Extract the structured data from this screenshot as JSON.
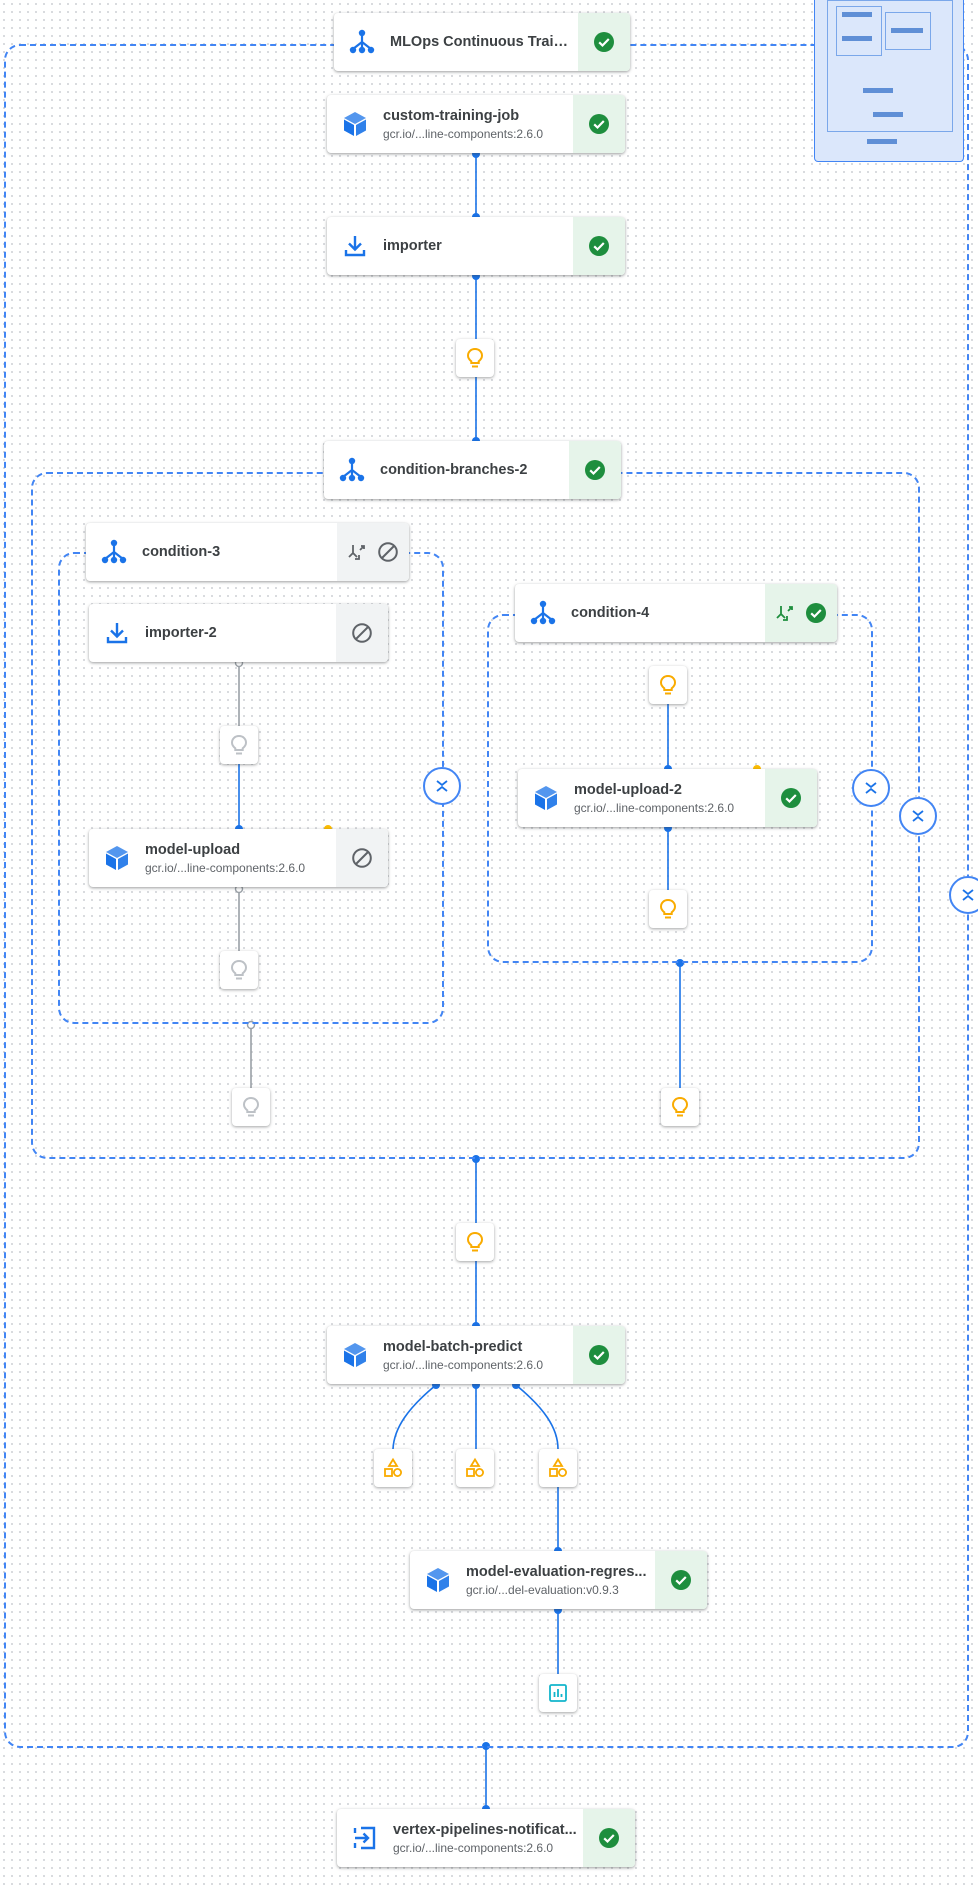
{
  "colors": {
    "accent": "#1a73e8",
    "group_border": "#4285f4",
    "edge_active": "#1a73e8",
    "edge_skipped": "#9aa0a6",
    "success": "#1e8e3e",
    "success_bg": "#e6f4ea",
    "skipped_bg": "#f1f3f4",
    "artifact": "#f9ab00",
    "metrics_artifact": "#12b5cb",
    "pending_dot": "#fbbc04"
  },
  "pipeline": {
    "root": {
      "title": "MLOps Continuous Traini...",
      "icon": "pipeline-icon",
      "status": "succeeded"
    },
    "nodes": {
      "custom_training_job": {
        "title": "custom-training-job",
        "subtitle": "gcr.io/...line-components:2.6.0",
        "icon": "cube-icon",
        "status": "succeeded"
      },
      "importer": {
        "title": "importer",
        "subtitle": "",
        "icon": "download-icon",
        "status": "succeeded"
      },
      "condition_branches_2": {
        "title": "condition-branches-2",
        "icon": "pipeline-icon",
        "status": "succeeded"
      },
      "condition_3": {
        "title": "condition-3",
        "icon": "pipeline-icon",
        "status": "skipped"
      },
      "importer_2": {
        "title": "importer-2",
        "subtitle": "",
        "icon": "download-icon",
        "status": "skipped"
      },
      "model_upload": {
        "title": "model-upload",
        "subtitle": "gcr.io/...line-components:2.6.0",
        "icon": "cube-icon",
        "status": "skipped"
      },
      "condition_4": {
        "title": "condition-4",
        "icon": "pipeline-icon",
        "status": "succeeded"
      },
      "model_upload_2": {
        "title": "model-upload-2",
        "subtitle": "gcr.io/...line-components:2.6.0",
        "icon": "cube-icon",
        "status": "succeeded"
      },
      "model_batch_predict": {
        "title": "model-batch-predict",
        "subtitle": "gcr.io/...line-components:2.6.0",
        "icon": "cube-icon",
        "status": "succeeded"
      },
      "model_evaluation_regression": {
        "title": "model-evaluation-regres...",
        "subtitle": "gcr.io/...del-evaluation:v0.9.3",
        "icon": "cube-icon",
        "status": "succeeded"
      },
      "vertex_pipelines_notification": {
        "title": "vertex-pipelines-notificat...",
        "subtitle": "gcr.io/...line-components:2.6.0",
        "icon": "exit-icon",
        "status": "succeeded"
      }
    },
    "artifacts": [
      {
        "id": "a1",
        "icon": "lightbulb-icon",
        "state": "active"
      },
      {
        "id": "a2",
        "icon": "lightbulb-icon",
        "state": "skipped"
      },
      {
        "id": "a3",
        "icon": "lightbulb-icon",
        "state": "skipped"
      },
      {
        "id": "a4",
        "icon": "lightbulb-icon",
        "state": "skipped"
      },
      {
        "id": "a5",
        "icon": "lightbulb-icon",
        "state": "active"
      },
      {
        "id": "a6",
        "icon": "lightbulb-icon",
        "state": "active"
      },
      {
        "id": "a7",
        "icon": "lightbulb-icon",
        "state": "active"
      },
      {
        "id": "a8",
        "icon": "lightbulb-icon",
        "state": "active"
      },
      {
        "id": "a9",
        "icon": "shapes-icon",
        "state": "active"
      },
      {
        "id": "a10",
        "icon": "shapes-icon",
        "state": "active"
      },
      {
        "id": "a11",
        "icon": "shapes-icon",
        "state": "active"
      },
      {
        "id": "a12",
        "icon": "metrics-icon",
        "state": "active"
      }
    ]
  }
}
